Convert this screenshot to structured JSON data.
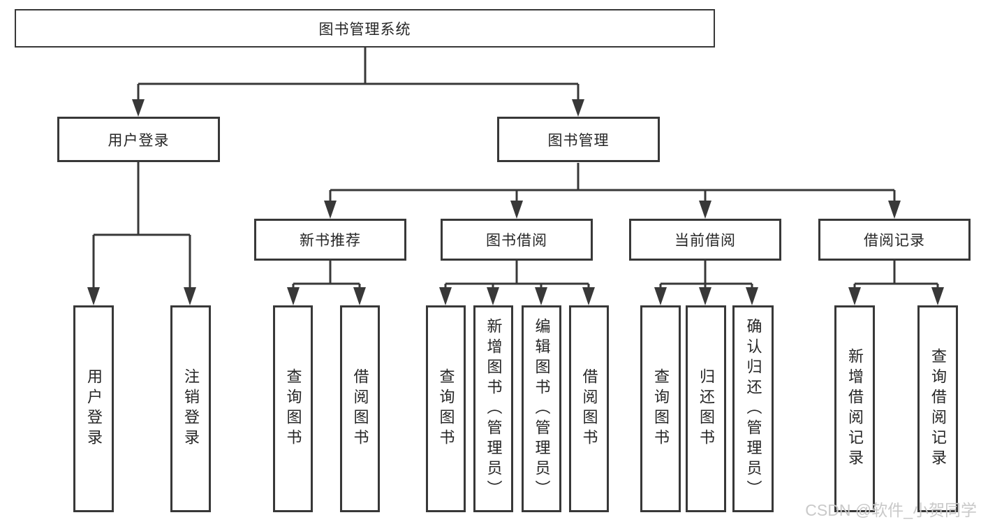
{
  "colors": {
    "line": "#383838",
    "text": "#262626",
    "watermark": "#c9c9c9",
    "background": "#ffffff"
  },
  "diagram": {
    "type": "tree",
    "root": {
      "label": "图书管理系统"
    },
    "level2": [
      {
        "label": "用户登录",
        "parent": "图书管理系统"
      },
      {
        "label": "图书管理",
        "parent": "图书管理系统"
      }
    ],
    "level3": [
      {
        "label": "新书推荐",
        "parent": "图书管理"
      },
      {
        "label": "图书借阅",
        "parent": "图书管理"
      },
      {
        "label": "当前借阅",
        "parent": "图书管理"
      },
      {
        "label": "借阅记录",
        "parent": "图书管理"
      }
    ],
    "leaves": [
      {
        "label": "用户登录",
        "parent": "用户登录"
      },
      {
        "label": "注销登录",
        "parent": "用户登录"
      },
      {
        "label": "查询图书",
        "parent": "新书推荐"
      },
      {
        "label": "借阅图书",
        "parent": "新书推荐"
      },
      {
        "label": "查询图书",
        "parent": "图书借阅"
      },
      {
        "label": "新增图书（管理员）",
        "parent": "图书借阅"
      },
      {
        "label": "编辑图书（管理员）",
        "parent": "图书借阅"
      },
      {
        "label": "借阅图书",
        "parent": "图书借阅"
      },
      {
        "label": "查询图书",
        "parent": "当前借阅"
      },
      {
        "label": "归还图书",
        "parent": "当前借阅"
      },
      {
        "label": "确认归还（管理员）",
        "parent": "当前借阅"
      },
      {
        "label": "新增借阅记录",
        "parent": "借阅记录"
      },
      {
        "label": "查询借阅记录",
        "parent": "借阅记录"
      }
    ]
  },
  "watermark": {
    "text": "CSDN @软件_小贺同学"
  }
}
